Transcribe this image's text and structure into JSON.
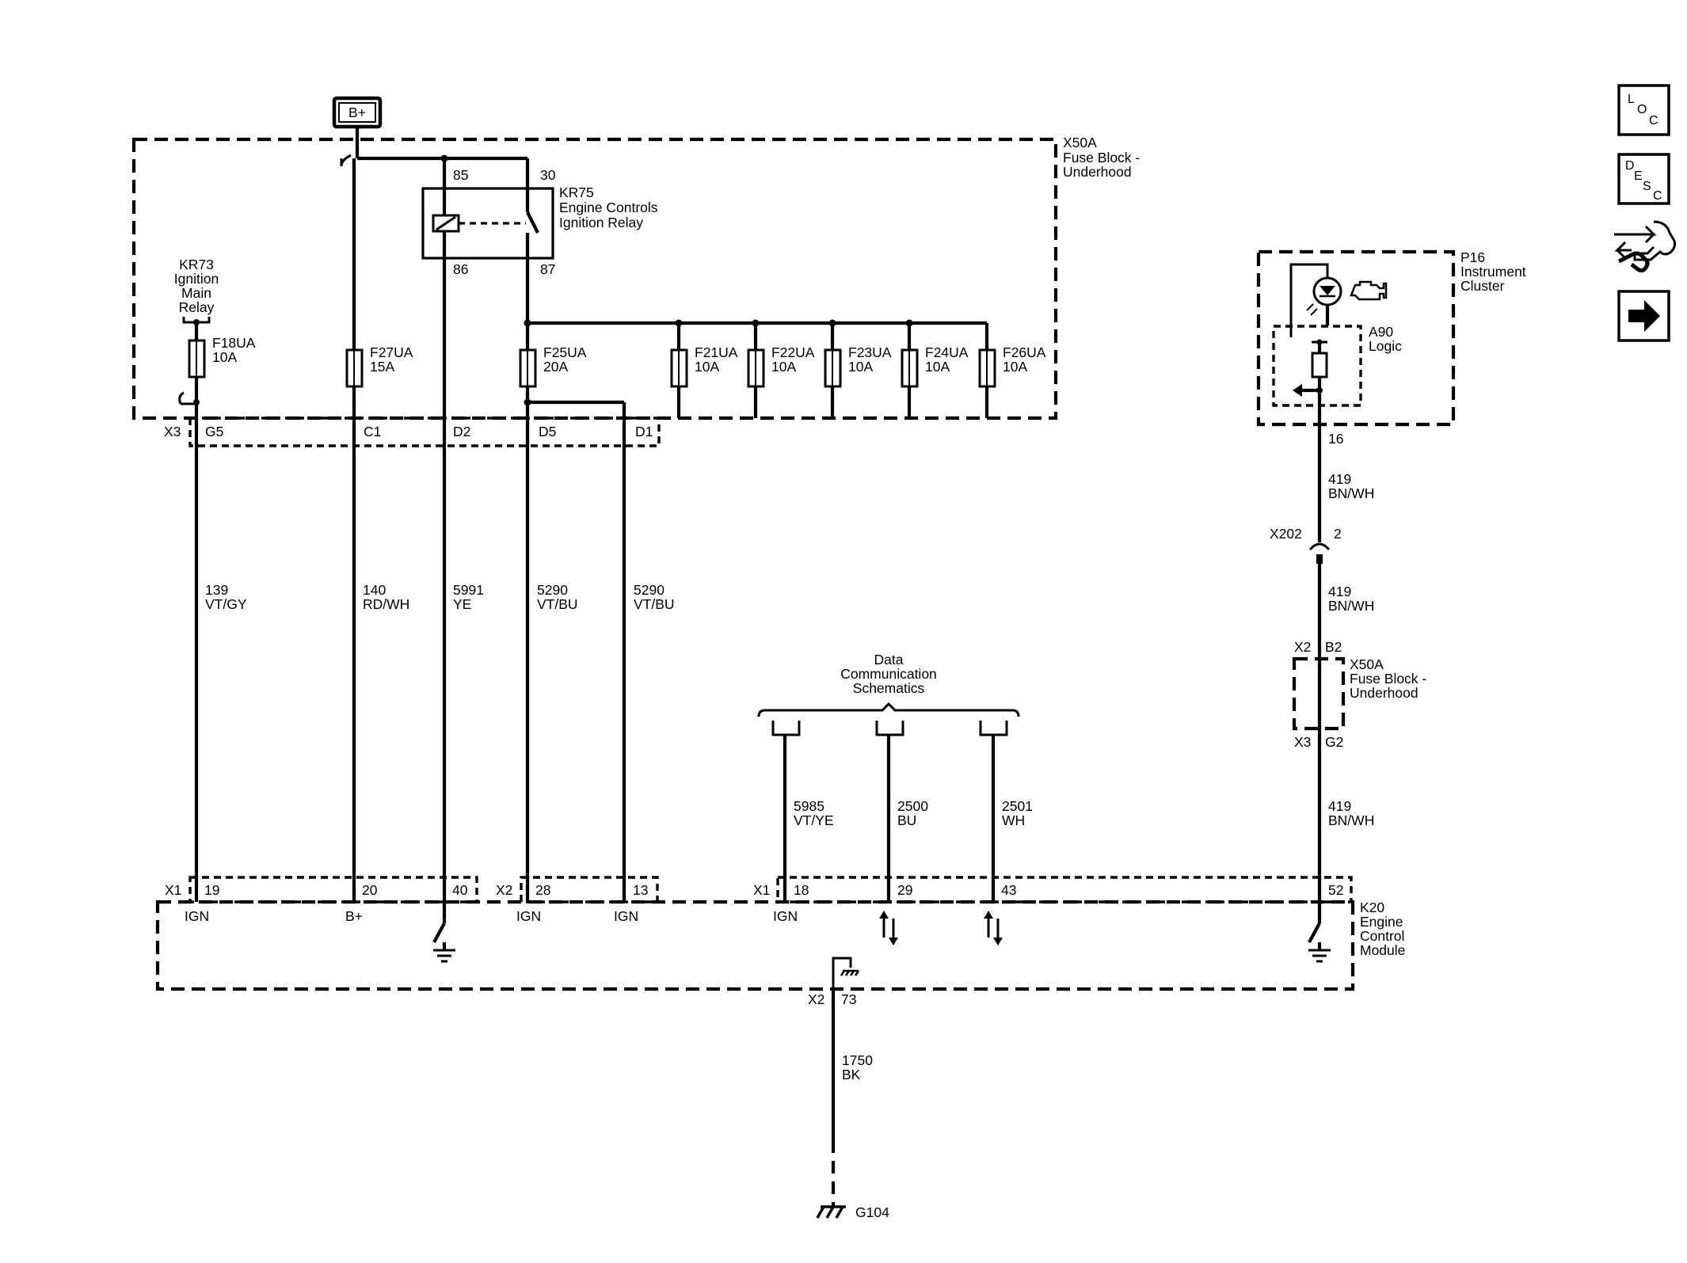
{
  "supply": {
    "label": "B+"
  },
  "x50a": {
    "name": "X50A",
    "desc1": "Fuse Block -",
    "desc2": "Underhood"
  },
  "kr75": {
    "name": "KR75",
    "desc1": "Engine Controls",
    "desc2": "Ignition Relay",
    "pin85": "85",
    "pin30": "30",
    "pin86": "86",
    "pin87": "87"
  },
  "kr73": {
    "line1": "KR73",
    "line2": "Ignition",
    "line3": "Main",
    "line4": "Relay"
  },
  "fuses": [
    {
      "name": "F18UA",
      "rating": "10A"
    },
    {
      "name": "F27UA",
      "rating": "15A"
    },
    {
      "name": "F25UA",
      "rating": "20A"
    },
    {
      "name": "F21UA",
      "rating": "10A"
    },
    {
      "name": "F22UA",
      "rating": "10A"
    },
    {
      "name": "F23UA",
      "rating": "10A"
    },
    {
      "name": "F24UA",
      "rating": "10A"
    },
    {
      "name": "F26UA",
      "rating": "10A"
    }
  ],
  "x3_connector": {
    "label": "X3",
    "pins": [
      "G5",
      "C1",
      "D2",
      "D5",
      "D1"
    ]
  },
  "wires": [
    {
      "circuit": "139",
      "color": "VT/GY"
    },
    {
      "circuit": "140",
      "color": "RD/WH"
    },
    {
      "circuit": "5991",
      "color": "YE"
    },
    {
      "circuit": "5290",
      "color": "VT/BU"
    },
    {
      "circuit": "5290",
      "color": "VT/BU"
    },
    {
      "circuit": "5985",
      "color": "VT/YE"
    },
    {
      "circuit": "2500",
      "color": "BU"
    },
    {
      "circuit": "2501",
      "color": "WH"
    },
    {
      "circuit": "419",
      "color": "BN/WH"
    },
    {
      "circuit": "419",
      "color": "BN/WH"
    },
    {
      "circuit": "419",
      "color": "BN/WH"
    },
    {
      "circuit": "1750",
      "color": "BK"
    }
  ],
  "data_comm": {
    "line1": "Data",
    "line2": "Communication",
    "line3": "Schematics"
  },
  "p16": {
    "name": "P16",
    "desc1": "Instrument",
    "desc2": "Cluster",
    "pin": "16"
  },
  "a90": {
    "name": "A90",
    "desc": "Logic"
  },
  "x202": {
    "label": "X202",
    "pin": "2"
  },
  "x50a_small": {
    "x2": "X2",
    "b2": "B2",
    "name": "X50A",
    "desc1": "Fuse Block -",
    "desc2": "Underhood",
    "x3": "X3",
    "g2": "G2"
  },
  "k20": {
    "name": "K20",
    "desc1": "Engine",
    "desc2": "Control",
    "desc3": "Module",
    "x1": "X1",
    "x2": "X2",
    "x1b": "X1",
    "pins": [
      "19",
      "20",
      "40",
      "28",
      "13",
      "18",
      "29",
      "43",
      "52"
    ],
    "ign": "IGN",
    "bplus": "B+",
    "gnd_conn": "X2",
    "gnd_pin": "73"
  },
  "ground": {
    "label": "G104"
  },
  "nav": {
    "loc": [
      "L",
      "O",
      "C"
    ],
    "desc": [
      "D",
      "E",
      "S",
      "C"
    ]
  }
}
